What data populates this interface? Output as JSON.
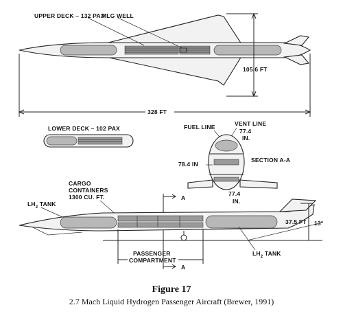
{
  "labels": {
    "upper_deck": "UPPER DECK – 132 PAX",
    "mlg_well": "MLG WELL",
    "height_dim": "105.6 FT",
    "length_dim": "328 FT",
    "lower_deck": "LOWER DECK – 102 PAX",
    "fuel_line": "FUEL LINE",
    "vent_line": "VENT LINE",
    "dim_77_top": "77.4",
    "in_top": "IN.",
    "section": "SECTION A-A",
    "dim_78": "78.4 IN",
    "dim_77_bottom": "77.4",
    "in_bottom": "IN.",
    "cargo_1": "CARGO",
    "cargo_2": "CONTAINERS",
    "cargo_3": "1300 CU. FT.",
    "lh2_tank_left": "LH",
    "lh2_tank_left_suffix": " TANK",
    "arrow_a_top": "A",
    "arrow_a_bottom": "A",
    "height_side": "37.5 FT",
    "angle": "13°",
    "lh2_tank_right": "LH",
    "lh2_tank_right_suffix": " TANK",
    "passenger_1": "PASSENGER",
    "passenger_2": "COMPARTMENT",
    "subscript": "2"
  },
  "caption": {
    "title": "Figure 17",
    "subtitle": "2.7 Mach Liquid Hydrogen Passenger Aircraft (Brewer, 1991)"
  }
}
